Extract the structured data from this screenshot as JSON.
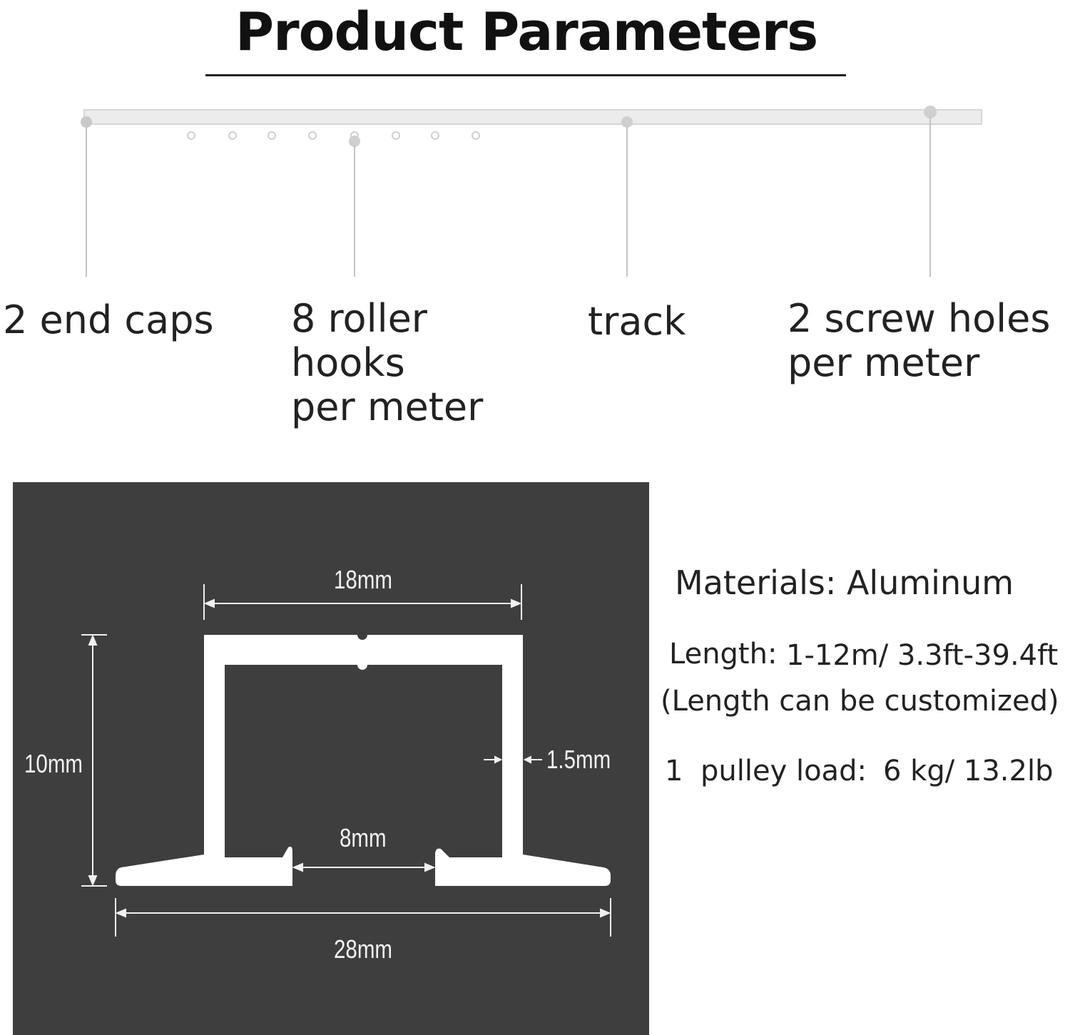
{
  "header": {
    "title": "Product  Parameters"
  },
  "track_labels": {
    "end_caps": "2 end caps",
    "roller_hooks_line1": "8 roller",
    "roller_hooks_line2": "hooks",
    "roller_hooks_line3": "per meter",
    "track": "track",
    "screw_holes_line1": "2 screw holes",
    "screw_holes_line2": "per meter"
  },
  "profile_dimensions": {
    "top_width": "18mm",
    "height": "10mm",
    "wall_thickness": "1.5mm",
    "slot_width": "8mm",
    "base_width": "28mm"
  },
  "specs": {
    "materials": "Materials: Aluminum",
    "length_label": "Length:",
    "length_value": "1-12m/ 3.3ft-39.4ft",
    "length_note": "(Length can be customized)",
    "pulley_count": "1",
    "pulley_label": "pulley  load:",
    "pulley_value": "6 kg/ 13.2lb"
  },
  "colors": {
    "panel_background": "#3e3e3e",
    "profile_fill": "#ffffff",
    "track_fill": "#ececec"
  }
}
